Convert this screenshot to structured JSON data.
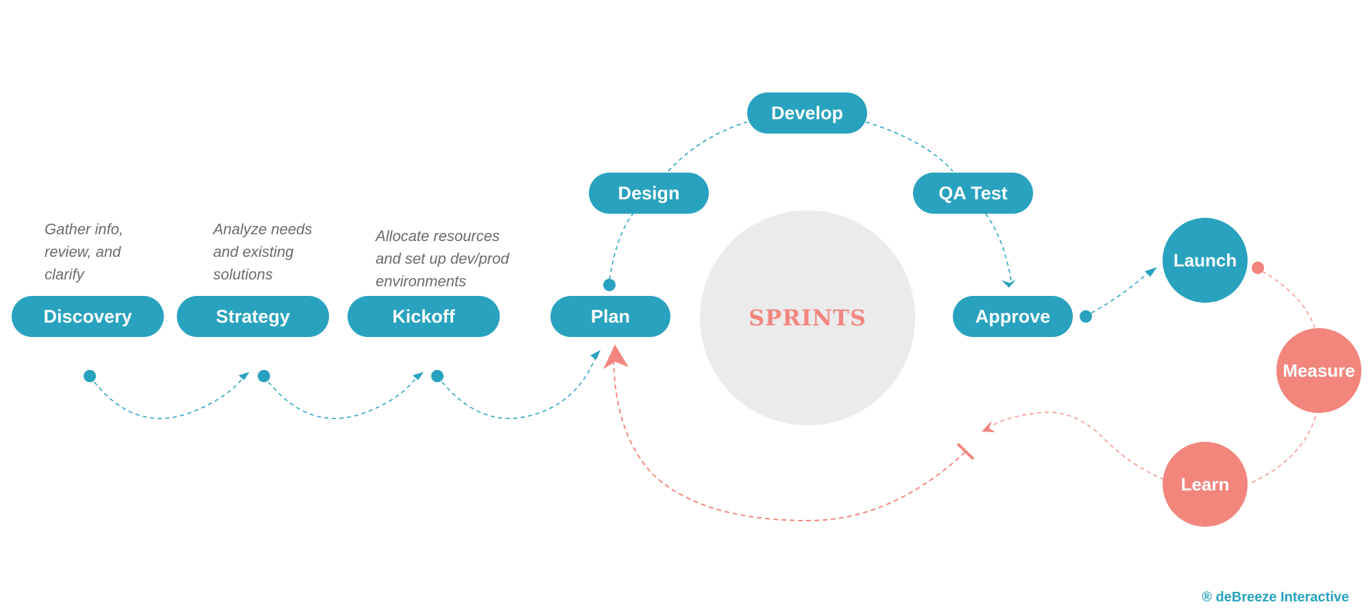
{
  "steps": {
    "discovery": "Discovery",
    "strategy": "Strategy",
    "kickoff": "Kickoff",
    "plan": "Plan",
    "design": "Design",
    "develop": "Develop",
    "qa_test": "QA Test",
    "approve": "Approve",
    "launch": "Launch",
    "measure": "Measure",
    "learn": "Learn"
  },
  "descriptions": {
    "discovery": "Gather info,\nreview, and\nclarify",
    "strategy": "Analyze needs\nand existing\nsolutions",
    "kickoff": "Allocate resources\nand set up dev/prod\nenvironments"
  },
  "center_label": "SPRINTS",
  "brand": "® deBreeze Interactive",
  "colors": {
    "teal": "#28a2bf",
    "coral": "#f2867d",
    "center_fill": "#ebebeb",
    "description_text": "#6b6b6b"
  }
}
